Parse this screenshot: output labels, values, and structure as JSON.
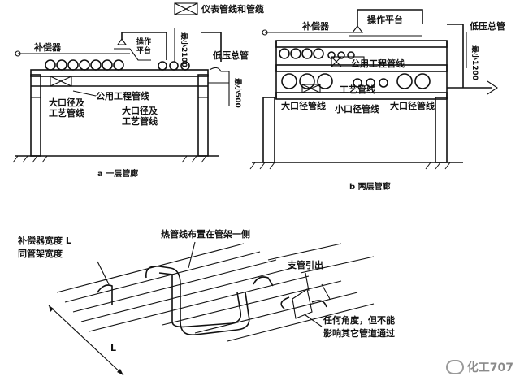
{
  "legend": {
    "label": "仪表管线和管缆"
  },
  "panel_a": {
    "caption": "a 一层管廊",
    "compensator": "补偿器",
    "platform_line1": "操作",
    "platform_line2": "平台",
    "height_dim": "最小2100",
    "low_pressure_main": "低压总管",
    "utility_pipes": "公用工程管线",
    "large_bore_left": "大口径及\n工艺管线",
    "large_bore_right": "大口径及\n工艺管线",
    "side_dim": "最小500"
  },
  "panel_b": {
    "caption": "b 两层管廊",
    "compensator": "补偿器",
    "platform": "操作平台",
    "low_pressure_main": "低压总管",
    "utility_pipes": "公用工程管线",
    "process_pipes": "工艺管线",
    "bottom_labels": [
      "大口径管线",
      "小口径管线",
      "大口径管线"
    ],
    "side_dim": "最小1200"
  },
  "panel_c": {
    "compensator_width": "补偿器宽度 L",
    "same_as_rack": "同管架宽度",
    "hot_pipes_side": "热管线布置在管架一侧",
    "branch_out": "支管引出",
    "any_angle": "任何角度，但不能",
    "no_block": "影响其它管道通过",
    "length_label": "L"
  },
  "watermark": "化工707"
}
